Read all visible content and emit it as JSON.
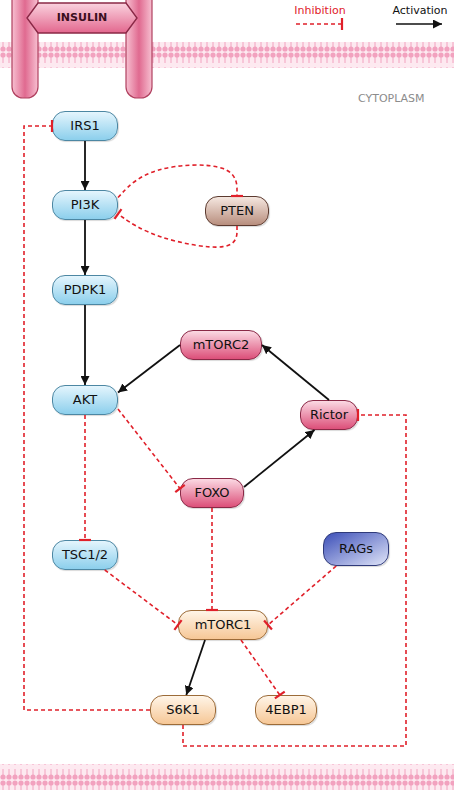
{
  "diagram": {
    "nodes": [
      {
        "text": [
          "INSULIN"
        ]
      },
      {
        "text": [
          "IRS1"
        ]
      },
      {
        "text": [
          "PI3K"
        ]
      },
      {
        "text": [
          "PTEN"
        ]
      },
      {
        "text": [
          "PDPK1"
        ]
      },
      {
        "text": [
          "mTORC2"
        ]
      },
      {
        "text": [
          "AKT"
        ]
      },
      {
        "text": [
          "Rictor"
        ]
      },
      {
        "text": [
          "FOXO"
        ]
      },
      {
        "text": [
          "RAGs"
        ]
      },
      {
        "text": [
          "TSC1/2"
        ]
      },
      {
        "text": [
          "mTORC1"
        ]
      },
      {
        "text": [
          "S6K1"
        ]
      },
      {
        "text": [
          "4EBP1"
        ]
      }
    ],
    "edges": [
      {
        "from": 1,
        "to": 2,
        "arrow": "to"
      },
      {
        "from": 2,
        "to": 4,
        "arrow": "to"
      },
      {
        "from": 4,
        "to": 6,
        "arrow": "to"
      },
      {
        "from": 2,
        "to": 3,
        "arrow": "to"
      },
      {
        "from": 3,
        "to": 2,
        "arrow": "to"
      },
      {
        "from": 6,
        "to": 10,
        "arrow": "to"
      },
      {
        "from": 6,
        "to": 8,
        "arrow": "to"
      },
      {
        "from": 8,
        "to": 7,
        "arrow": "to"
      },
      {
        "from": 7,
        "to": 5,
        "arrow": "to"
      },
      {
        "from": 5,
        "to": 6,
        "arrow": "to"
      },
      {
        "from": 10,
        "to": 11,
        "arrow": "to"
      },
      {
        "from": 8,
        "to": 11,
        "arrow": "to"
      },
      {
        "from": 9,
        "to": 11,
        "arrow": "to"
      },
      {
        "from": 11,
        "to": 12,
        "arrow": "to"
      },
      {
        "from": 11,
        "to": 13,
        "arrow": "to"
      },
      {
        "from": 12,
        "to": 1,
        "arrow": "to"
      },
      {
        "from": 12,
        "to": 7,
        "arrow": "to"
      }
    ],
    "labels": [
      "CYTOPLASM"
    ],
    "legend": [
      {
        "text": "Inhibition"
      },
      {
        "text": "Activation"
      }
    ]
  }
}
